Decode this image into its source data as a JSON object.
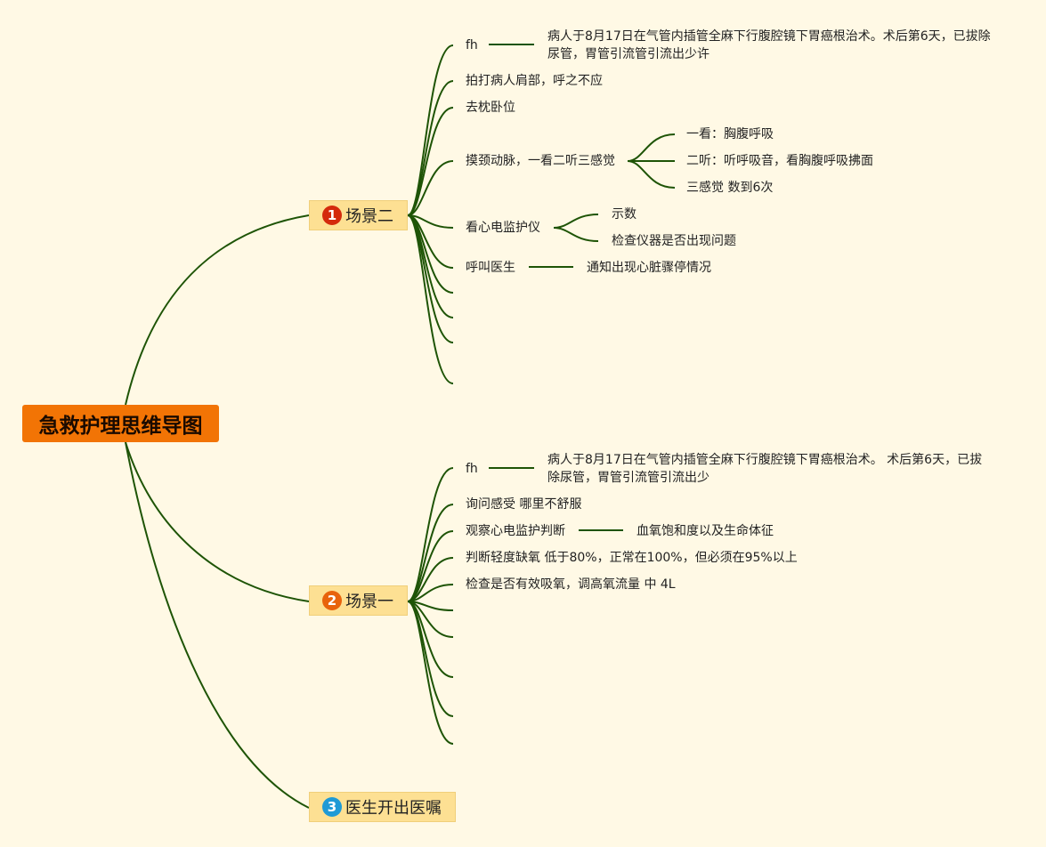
{
  "root": {
    "title": "急救护理思维导图"
  },
  "branches": [
    {
      "badge": "1",
      "badge_color": "#d42a0c",
      "label": "场景二",
      "items": [
        {
          "label": "fh",
          "children": [
            "病人于8月17日在气管内插管全麻下行腹腔镜下胃癌根治术。术后第6天，已拔除尿管，胃管引流管引流出少许"
          ]
        },
        {
          "label": "拍打病人肩部，呼之不应",
          "children": []
        },
        {
          "label": "去枕卧位",
          "children": []
        },
        {
          "label": "摸颈动脉，一看二听三感觉",
          "children": [
            "一看：胸腹呼吸",
            "二听：听呼吸音，看胸腹呼吸拂面",
            "三感觉 数到6次"
          ]
        },
        {
          "label": "看心电监护仪",
          "children": [
            "示数",
            "检查仪器是否出现问题"
          ]
        },
        {
          "label": "呼叫医生",
          "children": [
            "通知出现心脏骤停情况"
          ]
        }
      ]
    },
    {
      "badge": "2",
      "badge_color": "#e8630c",
      "label": "场景一",
      "items": [
        {
          "label": "fh",
          "children": [
            "病人于8月17日在气管内插管全麻下行腹腔镜下胃癌根治术。 术后第6天，已拔除尿管，胃管引流管引流出少"
          ]
        },
        {
          "label": "询问感受 哪里不舒服",
          "children": []
        },
        {
          "label": "观察心电监护判断",
          "children": [
            "血氧饱和度以及生命体征"
          ]
        },
        {
          "label": "判断轻度缺氧 低于80%，正常在100%，但必须在95%以上",
          "children": []
        },
        {
          "label": "检查是否有效吸氧，调高氧流量 中 4L",
          "children": []
        }
      ]
    },
    {
      "badge": "3",
      "badge_color": "#1f9ad6",
      "label": "医生开出医嘱",
      "items": []
    }
  ],
  "colors": {
    "line": "#1e5406",
    "root_bg": "#f27405",
    "branch_bg": "#fde093",
    "canvas_bg": "#fff9e5"
  }
}
